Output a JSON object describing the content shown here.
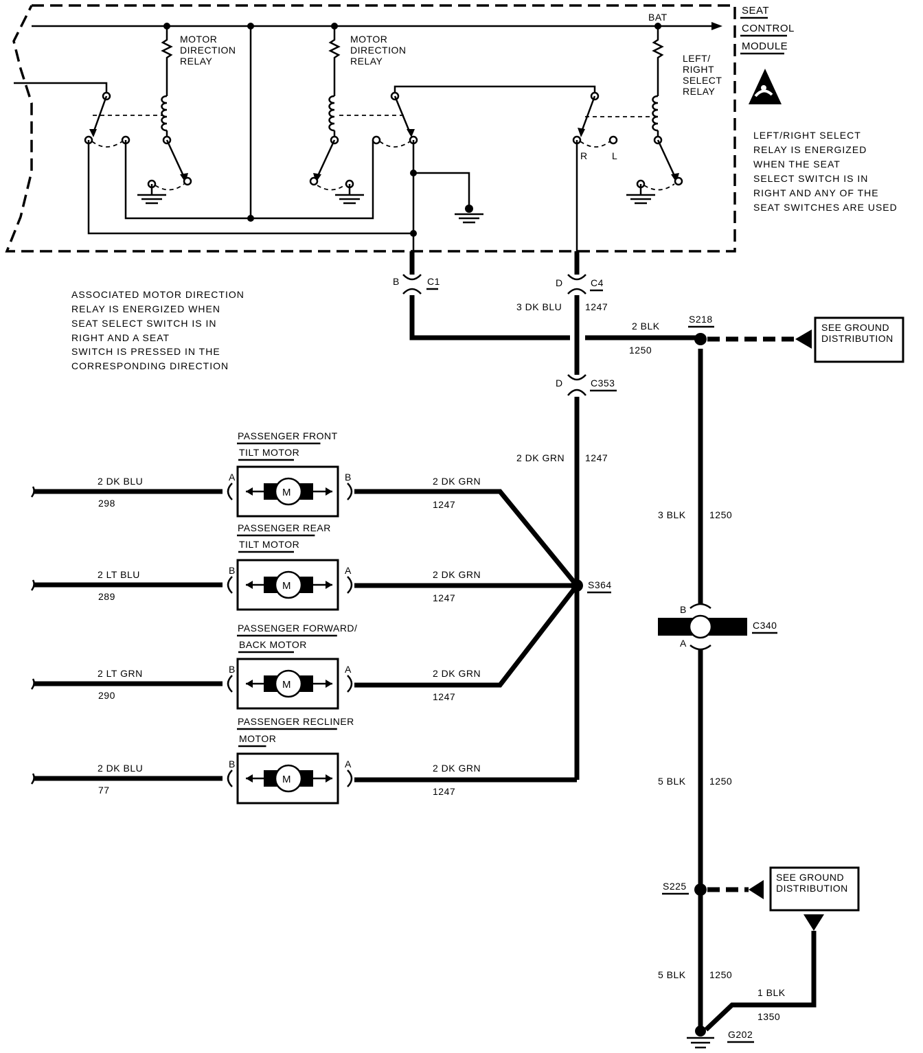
{
  "module": {
    "name_line1": "SEAT",
    "name_line2": "CONTROL",
    "name_line3": "MODULE",
    "bat_label": "BAT",
    "relay1": [
      "MOTOR",
      "DIRECTION",
      "RELAY"
    ],
    "relay2": [
      "MOTOR",
      "DIRECTION",
      "RELAY"
    ],
    "relay3": [
      "LEFT/",
      "RIGHT",
      "SELECT",
      "RELAY"
    ],
    "select_r": "R",
    "select_l": "L",
    "side_note": [
      "LEFT/RIGHT SELECT",
      "RELAY IS ENERGIZED",
      "WHEN THE SEAT",
      "SELECT SWITCH IS IN",
      "RIGHT AND ANY OF THE",
      "SEAT SWITCHES ARE USED"
    ]
  },
  "left_note": [
    "ASSOCIATED MOTOR DIRECTION",
    "RELAY IS ENERGIZED WHEN",
    "SEAT SELECT SWITCH IS IN",
    "RIGHT AND A SEAT",
    "SWITCH IS PRESSED IN THE",
    "CORRESPONDING DIRECTION"
  ],
  "connectors": {
    "c1_pin": "B",
    "c1_name": "C1",
    "c4_pin": "D",
    "c4_name": "C4",
    "c353_pin": "D",
    "c353_name": "C353",
    "c340_name": "C340",
    "c340_pin_b": "B",
    "c340_pin_a": "A"
  },
  "wires": {
    "c4_color": "3 DK BLU",
    "c4_circuit": "1247",
    "blk_top_color": "2 BLK",
    "blk_top_circuit": "1250",
    "c353_color": "2 DK GRN",
    "c353_circuit": "1247",
    "right_upper_color": "3 BLK",
    "right_upper_circuit": "1250",
    "right_mid_color": "5 BLK",
    "right_mid_circuit": "1250",
    "right_low_color": "5 BLK",
    "right_low_circuit": "1250",
    "g_color": "1 BLK",
    "g_circuit": "1350"
  },
  "splices": {
    "s218": "S218",
    "s364": "S364",
    "s225": "S225",
    "g202": "G202"
  },
  "ground_refs": {
    "ref1": [
      "SEE GROUND",
      "DISTRIBUTION"
    ],
    "ref2": [
      "SEE GROUND",
      "DISTRIBUTION"
    ]
  },
  "motors": [
    {
      "name1": "PASSENGER FRONT",
      "name2": "TILT MOTOR",
      "left_pin": "A",
      "right_pin": "B",
      "left_color": "2 DK BLU",
      "left_circuit": "298",
      "right_color": "2 DK GRN",
      "right_circuit": "1247",
      "symbol": "M"
    },
    {
      "name1": "PASSENGER REAR",
      "name2": "TILT MOTOR",
      "left_pin": "B",
      "right_pin": "A",
      "left_color": "2 LT BLU",
      "left_circuit": "289",
      "right_color": "2 DK GRN",
      "right_circuit": "1247",
      "symbol": "M"
    },
    {
      "name1": "PASSENGER FORWARD/",
      "name2": "BACK MOTOR",
      "left_pin": "B",
      "right_pin": "A",
      "left_color": "2 LT GRN",
      "left_circuit": "290",
      "right_color": "2 DK GRN",
      "right_circuit": "1247",
      "symbol": "M"
    },
    {
      "name1": "PASSENGER RECLINER",
      "name2": "MOTOR",
      "left_pin": "B",
      "right_pin": "A",
      "left_color": "2 DK BLU",
      "left_circuit": "77",
      "right_color": "2 DK GRN",
      "right_circuit": "1247",
      "symbol": "M"
    }
  ]
}
